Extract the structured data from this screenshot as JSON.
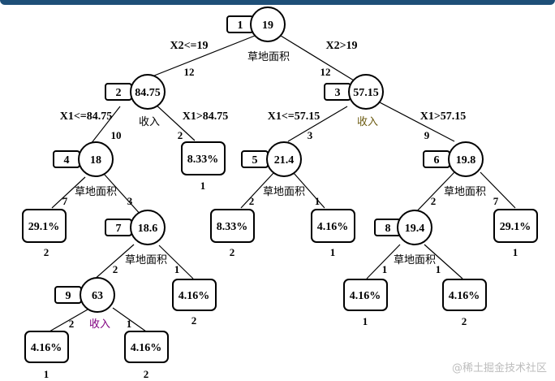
{
  "nodes": [
    {
      "key": "n1",
      "id": "1",
      "value": "19",
      "count": ""
    },
    {
      "key": "n2",
      "id": "2",
      "value": "84.75",
      "count": "12"
    },
    {
      "key": "n3",
      "id": "3",
      "value": "57.15",
      "count": "12"
    },
    {
      "key": "n4",
      "id": "4",
      "value": "18",
      "count": "10"
    },
    {
      "key": "n5",
      "id": "5",
      "value": "21.4",
      "count": "3"
    },
    {
      "key": "n6",
      "id": "6",
      "value": "19.8",
      "count": "9"
    },
    {
      "key": "n7",
      "id": "7",
      "value": "18.6",
      "count": "3"
    },
    {
      "key": "n8",
      "id": "8",
      "value": "19.4",
      "count": "2"
    },
    {
      "key": "n9",
      "id": "9",
      "value": "63",
      "count": "2"
    }
  ],
  "split_labels": {
    "n1": "草地面积",
    "n2": "收入",
    "n3": "收入",
    "n4": "草地面积",
    "n5": "草地面积",
    "n6": "草地面积",
    "n7": "草地面积",
    "n8": "草地面积",
    "n9": "收入"
  },
  "conditions": {
    "n1_left": "X2<=19",
    "n1_right": "X2>19",
    "n2_left": "X1<=84.75",
    "n2_right": "X1>84.75",
    "n3_left": "X1<=57.15",
    "n3_right": "X1>57.15"
  },
  "leaves": [
    {
      "key": "l_n2r",
      "percent": "8.33%",
      "label": "1",
      "count": "2"
    },
    {
      "key": "l_n4l",
      "percent": "29.1%",
      "label": "2",
      "count": "7"
    },
    {
      "key": "l_n7r",
      "percent": "4.16%",
      "label": "2",
      "count": "1"
    },
    {
      "key": "l_n9l",
      "percent": "4.16%",
      "label": "1",
      "count": "2"
    },
    {
      "key": "l_n9r",
      "percent": "4.16%",
      "label": "2",
      "count": "1"
    },
    {
      "key": "l_n5l",
      "percent": "8.33%",
      "label": "2",
      "count": "2"
    },
    {
      "key": "l_n5r",
      "percent": "4.16%",
      "label": "1",
      "count": "1"
    },
    {
      "key": "l_n6r",
      "percent": "29.1%",
      "label": "1",
      "count": "7"
    },
    {
      "key": "l_n8l",
      "percent": "4.16%",
      "label": "1",
      "count": "1"
    },
    {
      "key": "l_n8r",
      "percent": "4.16%",
      "label": "2",
      "count": "1"
    }
  ],
  "watermark": "@稀土掘金技术社区",
  "colors": {
    "topbar": "#1e4f78",
    "income_label_n9": "#800080",
    "income_label_n3": "#6b5a10"
  }
}
